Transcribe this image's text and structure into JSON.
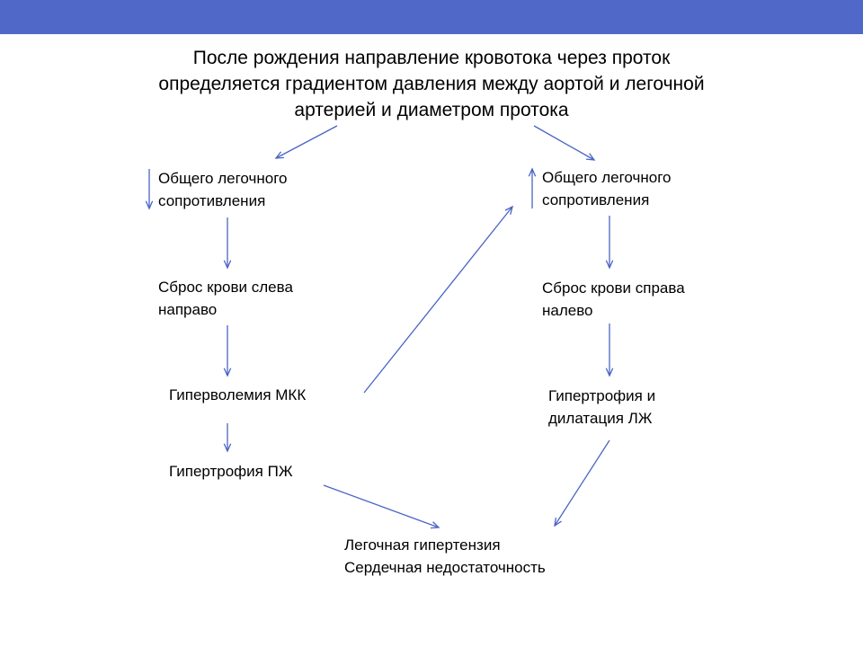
{
  "colors": {
    "header_bar": "#5068c8",
    "arrow": "#4a64c4",
    "text": "#000000"
  },
  "title": {
    "line1": "После рождения направление кровотока через проток",
    "line2": "определяется градиентом давления между аортой и легочной",
    "line3": "артерией и диаметром протока"
  },
  "left_branch": {
    "resistance": {
      "line1": "Общего легочного",
      "line2": "сопротивления",
      "indicator": "down"
    },
    "shunt": {
      "line1": "Сброс крови слева",
      "line2": "направо"
    },
    "hypervolemia": {
      "line1": "Гиперволемия МКК"
    },
    "hypertrophy": {
      "line1": "Гипертрофия ПЖ"
    }
  },
  "right_branch": {
    "resistance": {
      "line1": "Общего легочного",
      "line2": "сопротивления",
      "indicator": "up"
    },
    "shunt": {
      "line1": "Сброс крови справа",
      "line2": "налево"
    },
    "hypertrophy": {
      "line1": "Гипертрофия и",
      "line2": "дилатация ЛЖ"
    }
  },
  "outcome": {
    "line1": "Легочная гипертензия",
    "line2": "Сердечная недостаточность"
  }
}
